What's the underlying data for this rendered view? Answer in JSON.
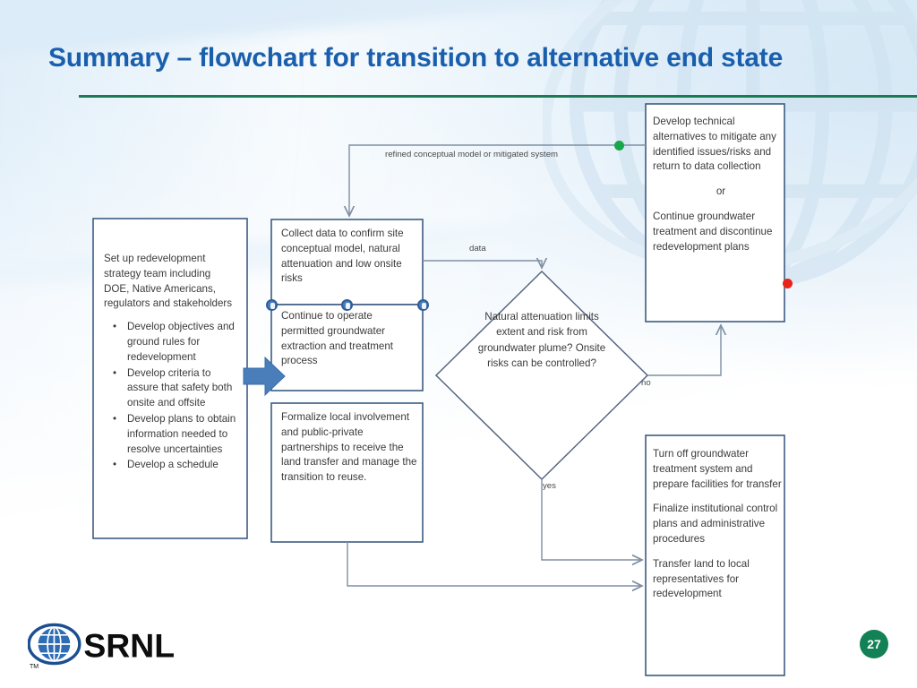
{
  "slide": {
    "title": "Summary – flowchart for transition to alternative end state",
    "page_number": "27",
    "logo_text": "SRNL",
    "logo_tm": "TM",
    "accent_title_color": "#1a5fad",
    "accent_rule_color": "#1a7a54",
    "badge_color": "#128155"
  },
  "flowchart": {
    "nodes": {
      "setup": {
        "heading": "Set up redevelopment strategy team including DOE, Native Americans, regulators and stakeholders",
        "bullets": [
          "Develop objectives and ground rules for redevelopment",
          "Develop criteria to assure that safety both onsite and offsite",
          "Develop plans to obtain information needed to resolve uncertainties",
          "Develop a schedule"
        ]
      },
      "collect": {
        "text": "Collect data to confirm site conceptual model, natural attenuation and low onsite risks"
      },
      "operate": {
        "text": "Continue to operate permitted groundwater extraction and treatment process"
      },
      "formalize": {
        "text": "Formalize local involvement and public-private partnerships to receive the land transfer and manage the transition to reuse."
      },
      "decision": {
        "text": "Natural attenuation limits extent and risk from groundwater plume?  Onsite risks can be controlled?"
      },
      "develop": {
        "part1": "Develop technical alternatives to mitigate any identified issues/risks and return to data collection",
        "connector": "or",
        "part2": "Continue groundwater treatment and discontinue redevelopment plans"
      },
      "turnoff": {
        "part1": "Turn off groundwater treatment system and prepare facilities for transfer",
        "part2": "Finalize institutional control plans and administrative procedures",
        "part3": "Transfer land to local representatives for redevelopment"
      }
    },
    "edge_labels": {
      "refined": "refined conceptual model or mitigated system",
      "data": "data",
      "no": "no",
      "yes": "yes"
    },
    "markers": {
      "green_dot_color": "#17a64a",
      "red_dot_color": "#e8231a"
    },
    "line_color": "#7f8fa3",
    "box_border_color": "#3c5b82",
    "block_arrow_color": "#4a7ebb"
  }
}
